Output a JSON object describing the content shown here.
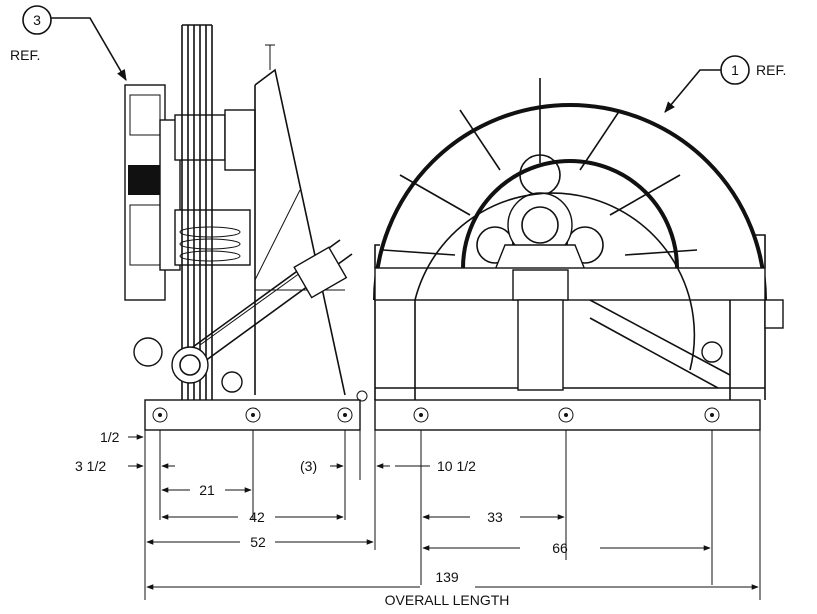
{
  "callouts": {
    "ref3": {
      "number": "3",
      "label": "REF."
    },
    "ref1": {
      "number": "1",
      "label": "REF."
    }
  },
  "dimensions": {
    "d_half": "1/2",
    "d_three_half": "3 1/2",
    "d_21": "21",
    "d_42": "42",
    "d_52": "52",
    "d_3": "(3)",
    "d_ten_half": "10 1/2",
    "d_33": "33",
    "d_66": "66",
    "d_139": "139",
    "overall_length": "OVERALL LENGTH"
  }
}
